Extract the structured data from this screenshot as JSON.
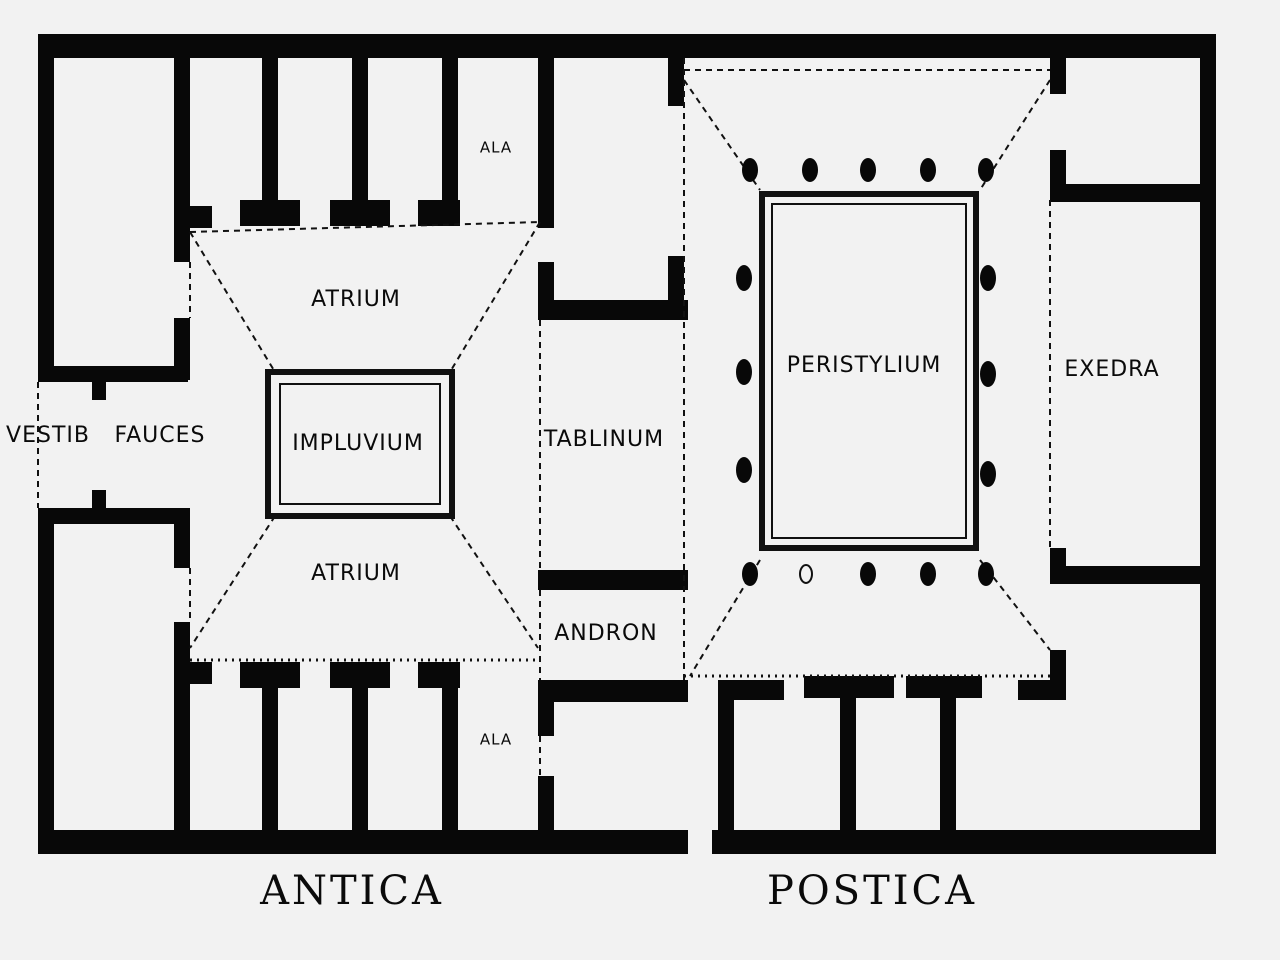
{
  "labels": {
    "ala_top": "ALA",
    "ala_bottom": "ALA",
    "atrium_top": "ATRIUM",
    "atrium_bottom": "ATRIUM",
    "impluvium": "IMPLUVIUM",
    "vestib": "VESTIB",
    "fauces": "FAUCES",
    "tablinum": "TABLINUM",
    "andron": "ANDRON",
    "peristylium": "PERISTYLIUM",
    "exedra": "EXEDRA",
    "antica": "ANTICA",
    "postica": "POSTICA"
  }
}
